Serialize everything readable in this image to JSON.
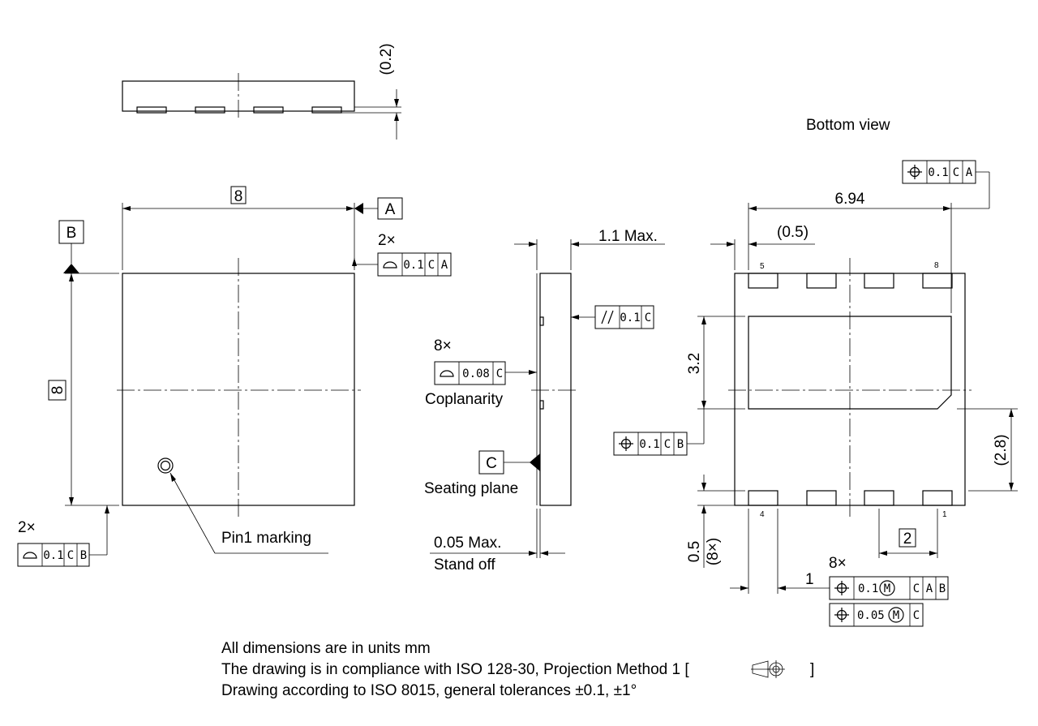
{
  "dims": {
    "top_thickness": "(0.2)",
    "width": "8",
    "height": "8",
    "max_height": "1.1 Max.",
    "stand_off_value": "0.05 Max.",
    "stand_off_label": "Stand off",
    "overall": "6.94",
    "pad_offset": "(0.5)",
    "pad_gap": "3.2",
    "pad_edge": "(2.8)",
    "pitch": "2",
    "pad_width": "1",
    "pad_length": "0.5",
    "pad_count_note": "(8×)"
  },
  "datums": {
    "a": "A",
    "b": "B",
    "c": "C"
  },
  "labels": {
    "bottom_view": "Bottom view",
    "pin1_marking": "Pin1 marking",
    "coplanarity": "Coplanarity",
    "seating_plane": "Seating plane"
  },
  "multipliers": {
    "flatness_top": "2×",
    "flatness_left": "2×",
    "coplanarity": "8×",
    "position_pads": "8×"
  },
  "tolerances": {
    "v01": "0.1",
    "v008": "0.08",
    "v005": "0.05",
    "modifier_m": "M"
  },
  "pin_numbers": {
    "p5": "5",
    "p8": "8",
    "p4": "4",
    "p1": "1"
  },
  "notes": [
    "All dimensions are in units mm",
    "The drawing is in compliance with ISO 128-30, Projection Method 1 [",
    "]",
    "Drawing according to ISO 8015, general tolerances ±0.1, ±1°"
  ],
  "icons": {
    "flatness": "profile-of-surface-icon",
    "parallelism": "parallelism-icon",
    "position": "position-icon",
    "projection": "first-angle-projection-icon"
  }
}
